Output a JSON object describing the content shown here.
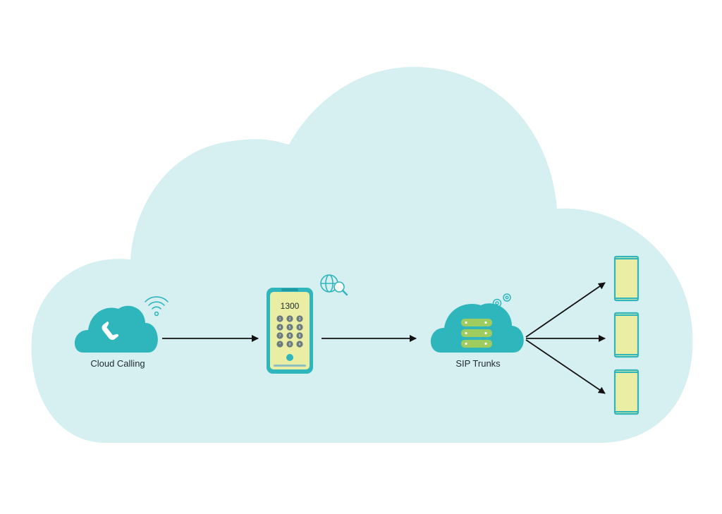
{
  "colors": {
    "background_cloud": "#d6eff0",
    "teal": "#2fb6bd",
    "teal_dark": "#1f9aa1",
    "screen_fill": "#e9eea4",
    "server_green": "#9fcc5f",
    "arrow": "#111111",
    "text": "#1f2a2e"
  },
  "nodes": {
    "cloud_calling": {
      "label": "Cloud Calling",
      "icon": "phone-handset-icon"
    },
    "phone": {
      "display_number": "1300",
      "dial_keys": [
        "1",
        "2",
        "3",
        "4",
        "5",
        "6",
        "7",
        "8",
        "9",
        "*",
        "0",
        "#"
      ],
      "icon": "globe-search-icon"
    },
    "sip_trunks": {
      "label": "SIP Trunks",
      "icon": "server-stack-icon"
    }
  },
  "endpoints": [
    "device-1",
    "device-2",
    "device-3"
  ]
}
